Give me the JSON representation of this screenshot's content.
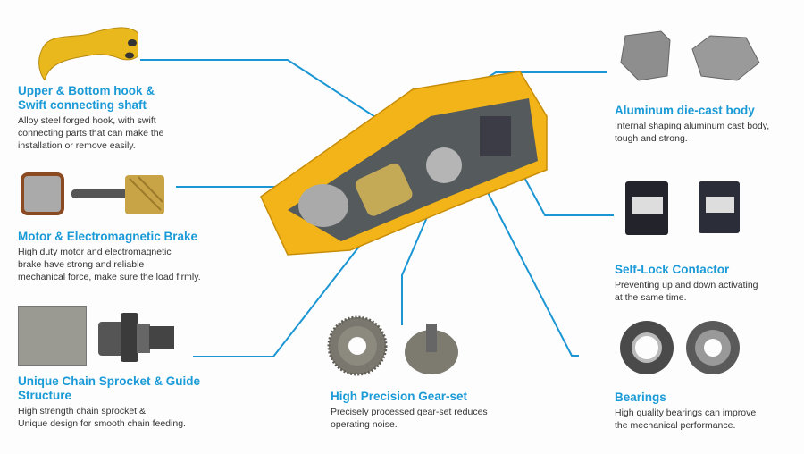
{
  "accent_color": "#1a9ad6",
  "line_color": "#1b96d4",
  "hoist_color": "#f2b418",
  "callouts": {
    "hook": {
      "title_1": "Upper & Bottom hook &",
      "title_2": "Swift connecting shaft",
      "desc_1": "Alloy steel forged hook, with swift",
      "desc_2": "connecting parts that can make the",
      "desc_3": "installation or remove easily."
    },
    "motor": {
      "title_1": "Motor & Electromagnetic Brake",
      "desc_1": "High duty motor and electromagnetic",
      "desc_2": "brake have strong and reliable",
      "desc_3": "mechanical force, make sure the load firmly."
    },
    "sprocket": {
      "title_1": "Unique Chain Sprocket & Guide",
      "title_2": "Structure",
      "desc_1": "High strength chain sprocket &",
      "desc_2": "Unique design for smooth chain feeding."
    },
    "gear": {
      "title_1": "High Precision Gear-set",
      "desc_1": "Precisely processed gear-set reduces",
      "desc_2": "operating noise."
    },
    "aluminum": {
      "title_1": "Aluminum die-cast body",
      "desc_1": "Internal shaping aluminum cast body,",
      "desc_2": "tough and strong."
    },
    "contactor": {
      "title_1": "Self-Lock Contactor",
      "desc_1": "Preventing up and down activating",
      "desc_2": "at the same time."
    },
    "bearings": {
      "title_1": "Bearings",
      "desc_1": "High quality bearings can improve",
      "desc_2": "the mechanical performance."
    }
  }
}
